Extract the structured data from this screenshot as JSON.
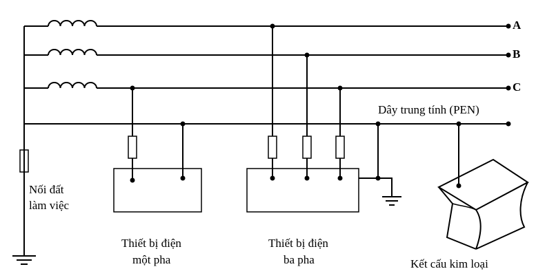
{
  "phases": [
    {
      "id": "A",
      "label": "A"
    },
    {
      "id": "B",
      "label": "B"
    },
    {
      "id": "C",
      "label": "C"
    }
  ],
  "neutral_label": "Dây trung tính (PEN)",
  "grounding_label": [
    "Nối đất",
    "làm việc"
  ],
  "single_phase_label": [
    "Thiết bị điện",
    "một pha"
  ],
  "three_phase_label": [
    "Thiết bị điện",
    "ba pha"
  ],
  "structure_label": "Kết cấu kim loại"
}
